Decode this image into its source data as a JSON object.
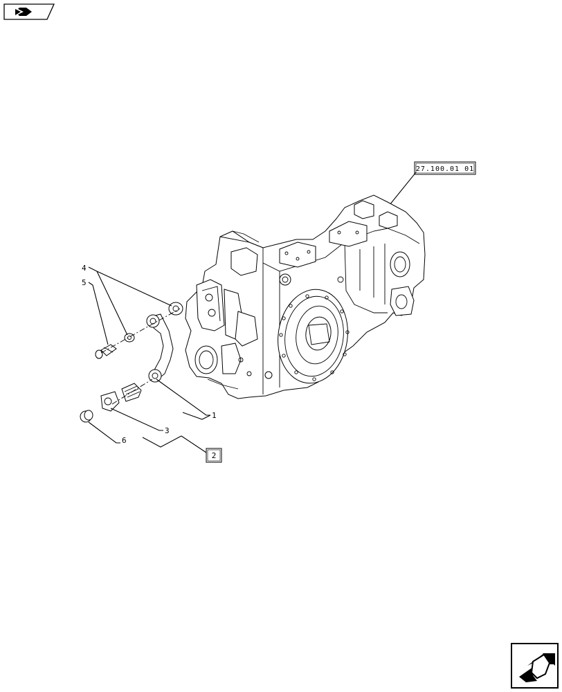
{
  "reference_label": "27.100.01 01",
  "callouts": {
    "item_1": "1",
    "item_2": "2",
    "item_3": "3",
    "item_4": "4",
    "item_5": "5",
    "item_6": "6"
  },
  "icons": {
    "prev_page": "prev-page-arrow-icon",
    "next_page": "next-page-arrow-icon"
  }
}
